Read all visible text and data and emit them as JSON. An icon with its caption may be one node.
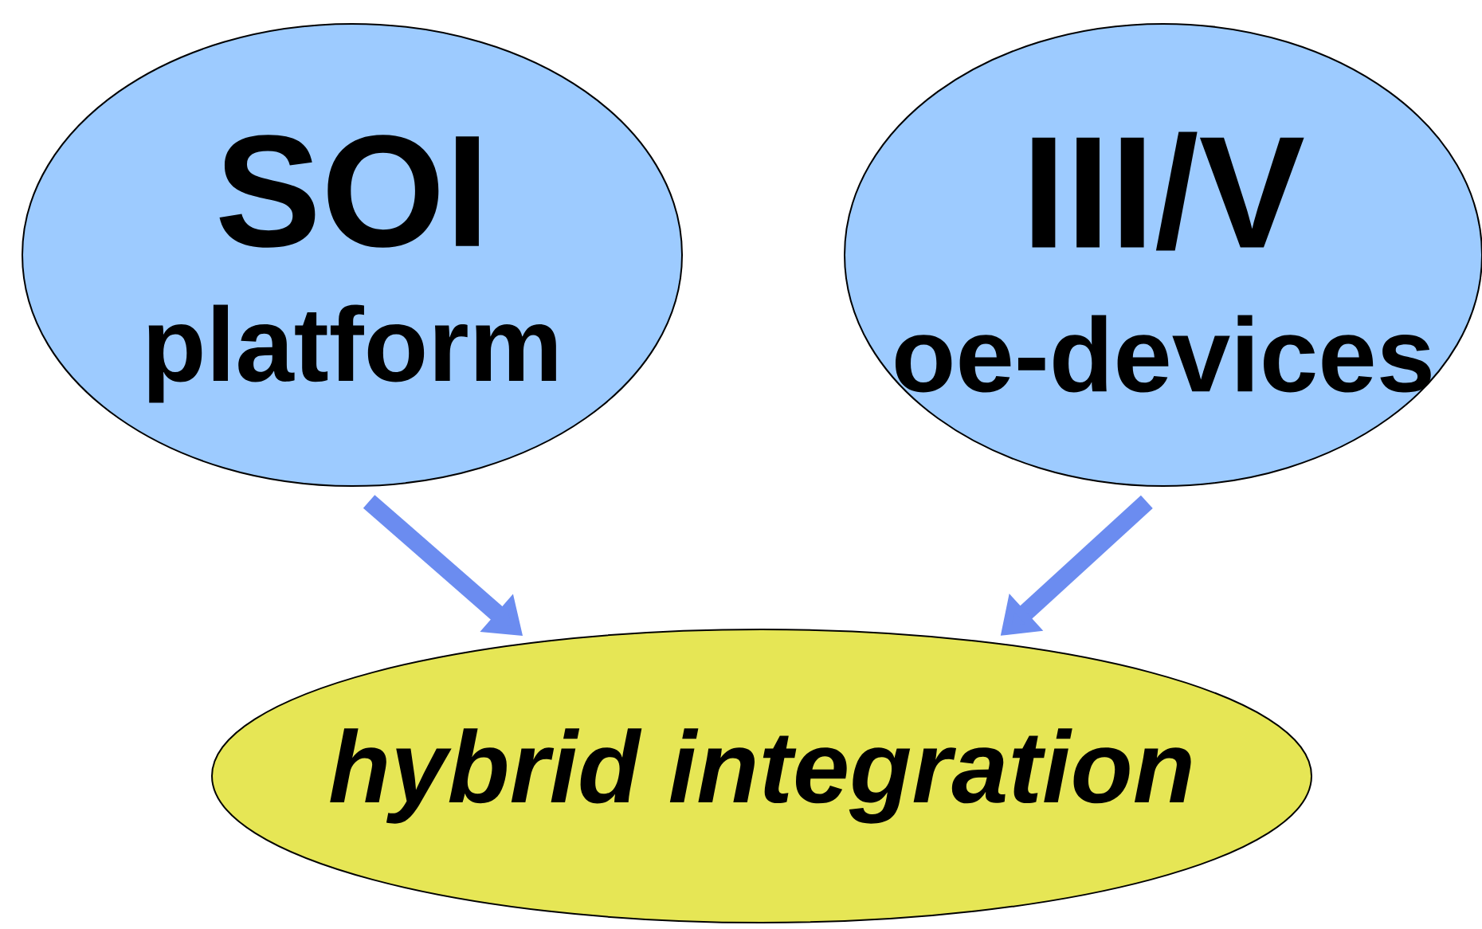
{
  "diagram": {
    "nodes": [
      {
        "text": [
          "SOI",
          "platform"
        ]
      },
      {
        "text": [
          "III/V",
          "oe-devices"
        ]
      },
      {
        "text": [
          "hybrid integration"
        ]
      }
    ],
    "edges": [
      {
        "from": 0,
        "to": 2,
        "arrow": "to"
      },
      {
        "from": 1,
        "to": 2,
        "arrow": "to"
      }
    ]
  }
}
